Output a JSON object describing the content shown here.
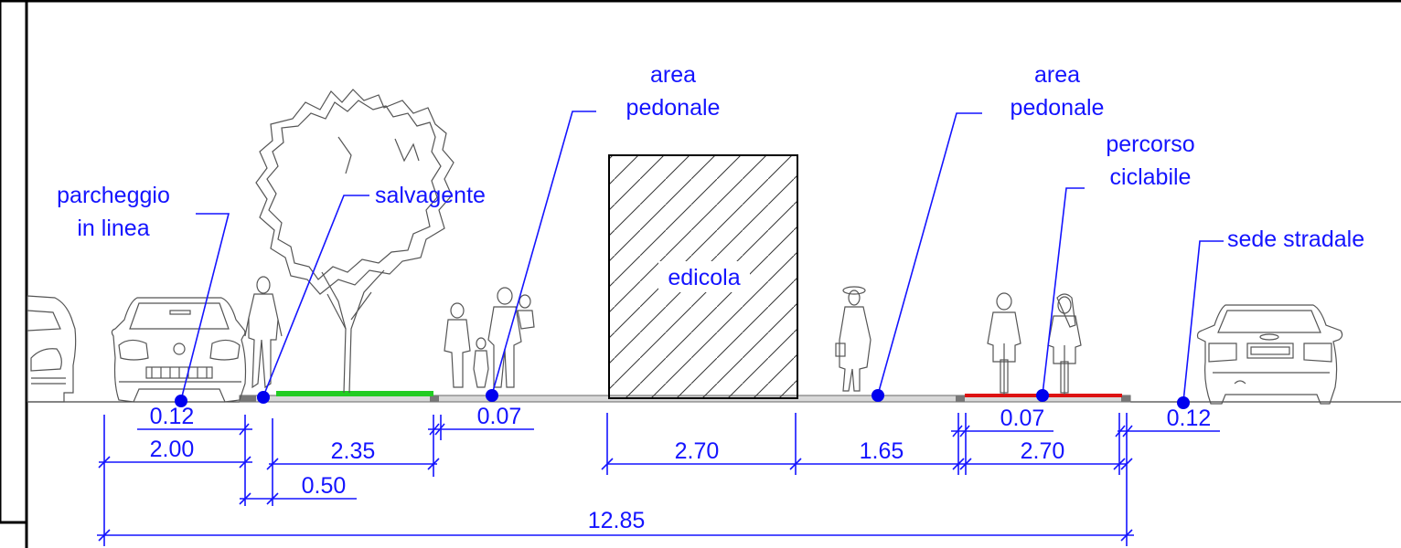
{
  "labels": {
    "parcheggio_line1": "parcheggio",
    "parcheggio_line2": "in linea",
    "salvagente": "salvagente",
    "area1_line1": "area",
    "area1_line2": "pedonale",
    "area2_line1": "area",
    "area2_line2": "pedonale",
    "percorso_line1": "percorso",
    "percorso_line2": "ciclabile",
    "sede": "sede stradale",
    "edicola": "edicola"
  },
  "dimensions": {
    "d_012_left": "0.12",
    "d_200": "2.00",
    "d_235": "2.35",
    "d_050": "0.50",
    "d_007_left": "0.07",
    "d_270_left": "2.70",
    "d_165": "1.65",
    "d_007_right": "0.07",
    "d_270_right": "2.70",
    "d_012_right": "0.12",
    "d_total": "12.85"
  },
  "colors": {
    "annotation": "#1414ff",
    "green_strip": "#22cc22",
    "red_strip": "#dd1111"
  }
}
